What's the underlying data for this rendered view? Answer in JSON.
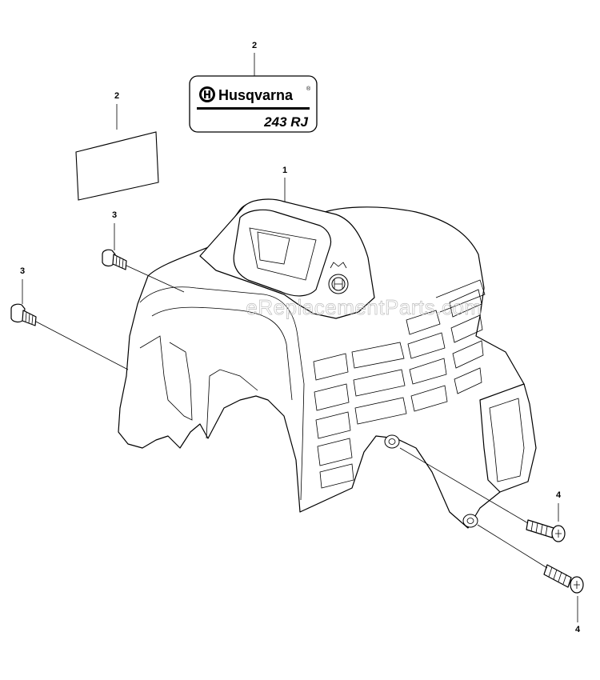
{
  "callouts": {
    "c1": "1",
    "c2a": "2",
    "c2b": "2",
    "c3a": "3",
    "c3b": "3",
    "c4a": "4",
    "c4b": "4"
  },
  "decal": {
    "brand": "Husqvarna",
    "brand_mark": "®",
    "model": "243 RJ"
  },
  "watermark": "eReplacementParts.com",
  "colors": {
    "ink": "#000000",
    "watermark": "#bdbdbd"
  }
}
